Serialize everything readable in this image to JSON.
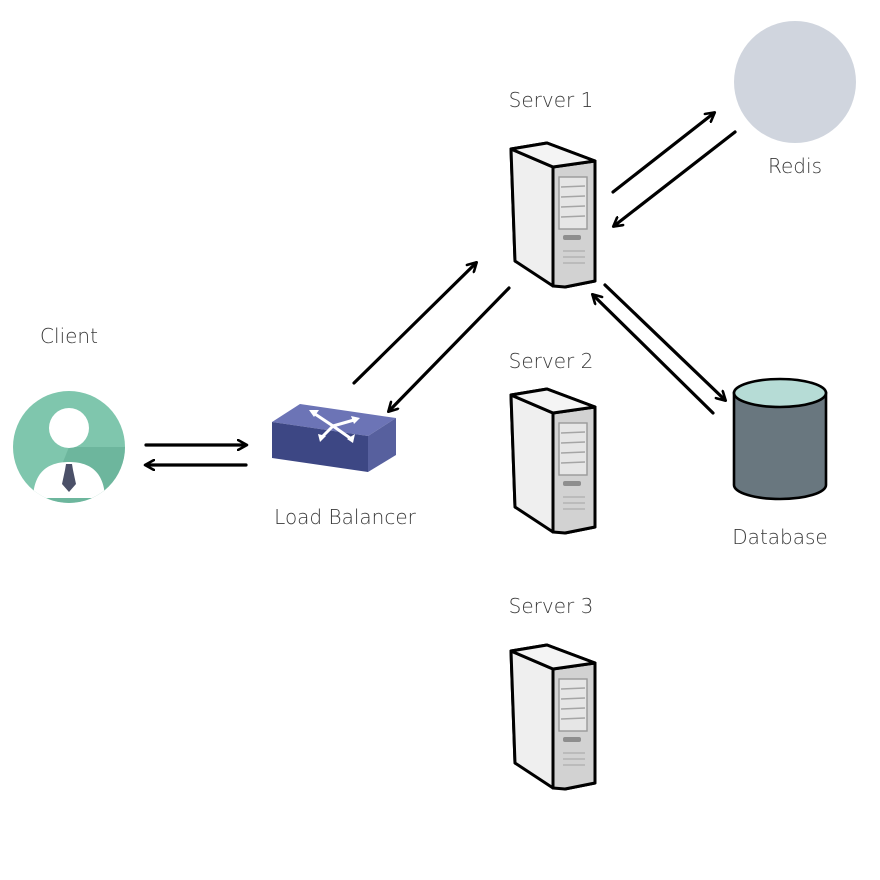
{
  "labels": {
    "server1": "Server 1",
    "server2": "Server 2",
    "server3": "Server 3",
    "client": "Client",
    "load_balancer": "Load Balancer",
    "redis": "Redis",
    "database": "Database"
  },
  "colors": {
    "arrow": "#000000",
    "client_circle": "#7fc6ad",
    "client_shadow": "#5ea98f",
    "redis_circle": "#d0d5de",
    "db_top": "#b6dcd6",
    "db_body": "#69777f",
    "lb_top": "#6c74b6",
    "lb_side": "#3d4784",
    "server_body": "#e7e7e7",
    "server_front": "#d5d5d5"
  },
  "icons": {
    "client": "user-avatar-icon",
    "load_balancer": "network-switch-icon",
    "server": "server-tower-icon",
    "redis": "cache-circle-icon",
    "database": "database-cylinder-icon"
  }
}
